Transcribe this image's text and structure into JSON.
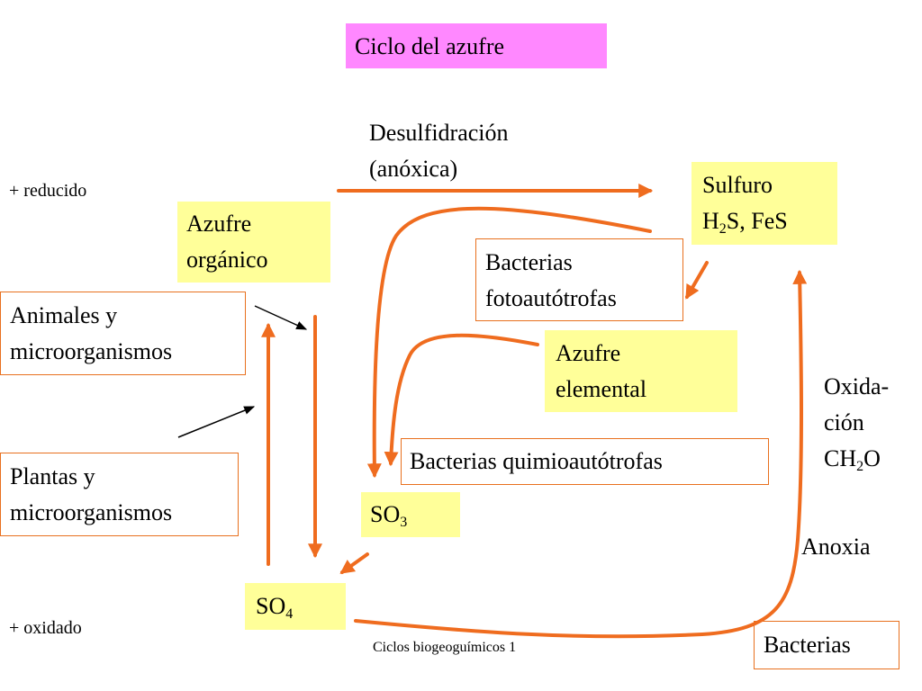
{
  "title": "Ciclo del azufre",
  "labels": {
    "reducido": "+ reducido",
    "oxidado": "+ oxidado",
    "desulfidracion_1": "Desulfidración",
    "desulfidracion_2": "(anóxica)",
    "oxida_1": "Oxida-",
    "oxida_2": "ción",
    "oxida_3_ch": "CH",
    "oxida_3_sub": "2",
    "oxida_3_o": "O",
    "anoxia": "Anoxia",
    "footer": "Ciclos biogeoguímicos 1"
  },
  "nodes": {
    "azufre_organico_1": "Azufre",
    "azufre_organico_2": "orgánico",
    "sulfuro_1": "Sulfuro",
    "sulfuro_h": "H",
    "sulfuro_sub": "2",
    "sulfuro_rest": "S, FeS",
    "azufre_elemental_1": "Azufre",
    "azufre_elemental_2": "elemental",
    "so3_main": "SO",
    "so3_sub": "3",
    "so4_main": "SO",
    "so4_sub": "4"
  },
  "actors": {
    "animales_1": "Animales y",
    "animales_2": "microorganismos",
    "plantas_1": "Plantas y",
    "plantas_2": "microorganismos",
    "fotoautotrofas_1": "Bacterias",
    "fotoautotrofas_2": "fotoautótrofas",
    "quimioautotrofas": "Bacterias quimioautótrofas",
    "bacterias": "Bacterias"
  },
  "colors": {
    "arrow": "#ef6c1f",
    "title_bg": "#ff88ff",
    "node_bg": "#ffff99",
    "box_border": "#e8701e"
  }
}
